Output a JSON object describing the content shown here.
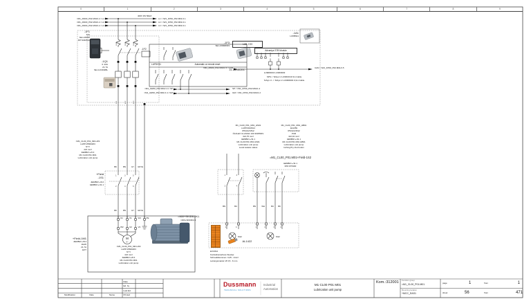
{
  "sheet": {
    "columns": [
      "0",
      "1",
      "2",
      "3",
      "4",
      "5",
      "6",
      "7",
      "8",
      "9"
    ]
  },
  "power": {
    "voltage": "400V DS 50HZ",
    "in": [
      "=M1_AW00_P02.M01/1.2 / L1",
      "=M1_AW00_P02.M01/1.2 / L2",
      "=M1_AW00_P02.M01/1.2 / L3"
    ],
    "out": [
      "L1 / =W1_FP00_P02.M01/1.1",
      "L2 / =W1_FP00_P02.M01/1.1",
      "L3 / =W1_FP00_P02.M01/1.1"
    ]
  },
  "devices": {
    "f1_tag": "-1F1",
    "f1_info": "32A\nSE.LU8330\nRIT.9340510",
    "q1_tag": "-1Q1",
    "q1_info": "6..32A\n21,7A\nSE.LUCD32BL",
    "f2_tag": "-1F2",
    "f3_tag": "-1F3",
    "f3_part": "SE.LU9MRD03",
    "lub_label": "LUB. C33",
    "a1_tag": "-1A1",
    "a1_part": "LU9BN11",
    "stb_label": "Advantys STB Module",
    "relay_name": "LUFDH11",
    "relay_desc": "Automatic or remote reset",
    "relay_voltage": "24..230VAC/DC"
  },
  "can": {
    "in": "=M1_AW00_P02.M01/1.5 / CAN",
    "out": "CAN / =W1_FP00_P02.M01/1.5",
    "parts": "LU9R0D03 LU9R0D03",
    "notes": "SPS-> TeSys U LU9RCD10 3m Cable\nTeSys U -> TeSys U LU9R0D03 0,3m Cable"
  },
  "signals": {
    "sp_in": "=M1_AW00_P02.M01/1.4 / SP",
    "gm_in": "=M1_AW00_P02.M01/1.4 / GM",
    "sp_out": "SP / =W1_FP00_P02.M01/1.2",
    "gm_out": "GM / =W1_FP00_P02.M01/1.2"
  },
  "cables": {
    "w1": "=M1_CL00_P01_M01-W1\nLAPP.15500263\nNYY\n4x6 mm²\n&EMB2=+/9.3\nM1 CL00 P01 M01\nLubrication unit pump",
    "w2": "=M1_CL00_P01_M01-W2\nLAPP.15500263\nNYY\n4x6 mm²\n&EMB2=+/8.4\nM1 CL00 P01 M01\nLubrication unit pump",
    "hs01": "M1_CL00_P01_M01_HS01\nLAPP.0010614\nIPM.EVC812\nÖLFLEX CLASSIC 100 300/500V\n3x0,75 mm²\n&EMB2=+/11.1\nM1 CL00 P01 M01 HS01\nLubrication unit pump\nLocal isolator status",
    "hb01": "M1_CL00_P01_M01_HB01\nE11359\nIPM.EVC812\nPUR\n4x0,34 mm²\n&EMB2=+/11.1\nM1 CL00 P01 M01 HB01\nLubrication unit pump\nInching/Try-Out button"
  },
  "field": {
    "s1_loc": "+Field",
    "s1_tag": "-1S1",
    "s1_refs": "&EMB2=+/9.2\n&EMB2=+/11.1",
    "s2_heading": "=M1_CL00_P01.M01+Field-1S2",
    "s2_refs": "&EMB2=+/11.1\nIPM.KT6300",
    "m1_tag": "+Field-1M1",
    "m1_info": "&EMB2=+/8.4\n11kW\n21,7A\nEXT"
  },
  "motor": {
    "terminals_top": [
      "U1",
      "V1",
      "W1",
      "PE"
    ],
    "terminals_bottom": [
      "W2",
      "U2",
      "V2"
    ],
    "m": "M",
    "phase": "3~"
  },
  "connector": {
    "tag": "=460+SKID6-2K1",
    "ref": "=460+SKID6/2.4",
    "m12_label": "M12",
    "part": "AL1422",
    "notes": "EVC812\nKonfektionierbare Stecker\nSchraubklemmen: 0,25...1mm²\nLeitungsmantel: Ø 3,5...6 mm",
    "pins_left": [
      "1",
      "4"
    ],
    "pins_right": [
      "1",
      "2",
      "3",
      "4"
    ]
  },
  "wire_colors": {
    "power_top": [
      "BK",
      "BN",
      "GY",
      "GNYE"
    ],
    "power_bottom": [
      "BK",
      "BN",
      "GY",
      "GNYE"
    ],
    "s_left": [
      "BN",
      "BU"
    ],
    "s_right": [
      "BN",
      "WH",
      "BU",
      "BK"
    ]
  },
  "pins": {
    "q1_top": [
      "1/L1",
      "3/L2",
      "5/L3"
    ],
    "q1_bottom": [
      "2/T1",
      "4/T2",
      "6/T3"
    ],
    "s1": [
      "1",
      "2",
      "3",
      "4",
      "5",
      "6"
    ],
    "s2": [
      "1",
      "2",
      "3",
      "4"
    ]
  },
  "titleblock": {
    "logo": "Dussmann",
    "logo_sub": "TECHNICAL SOLUTIONS",
    "division": "Industrial\nAutomation",
    "title1": "M1 CL00 P01 M01",
    "title2": "Lubrication unit pump",
    "kom": "Kom.:312001",
    "function_group_label": "Function group",
    "function_group": "=M1_CL00_P01.M01",
    "mounting_label": "Mounting location",
    "mounting": "+MCC_EAS1",
    "page_label": "page",
    "page_no": "1",
    "from1": "from",
    "page_total": "1",
    "sheet_label": "sheet",
    "sheet_no": "56",
    "from2": "from",
    "sheet_total": "471",
    "modification": "Modification",
    "date_col": "Date",
    "name_col": "Name",
    "date_row": "Date",
    "edby_row": "Ed. by",
    "lasted_row": "Last Ed.",
    "printed_row": "Printed"
  },
  "colors": {
    "accent_orange": "#E8821E",
    "logo_red": "#B5121F",
    "logo_blue": "#1F7FC4"
  }
}
